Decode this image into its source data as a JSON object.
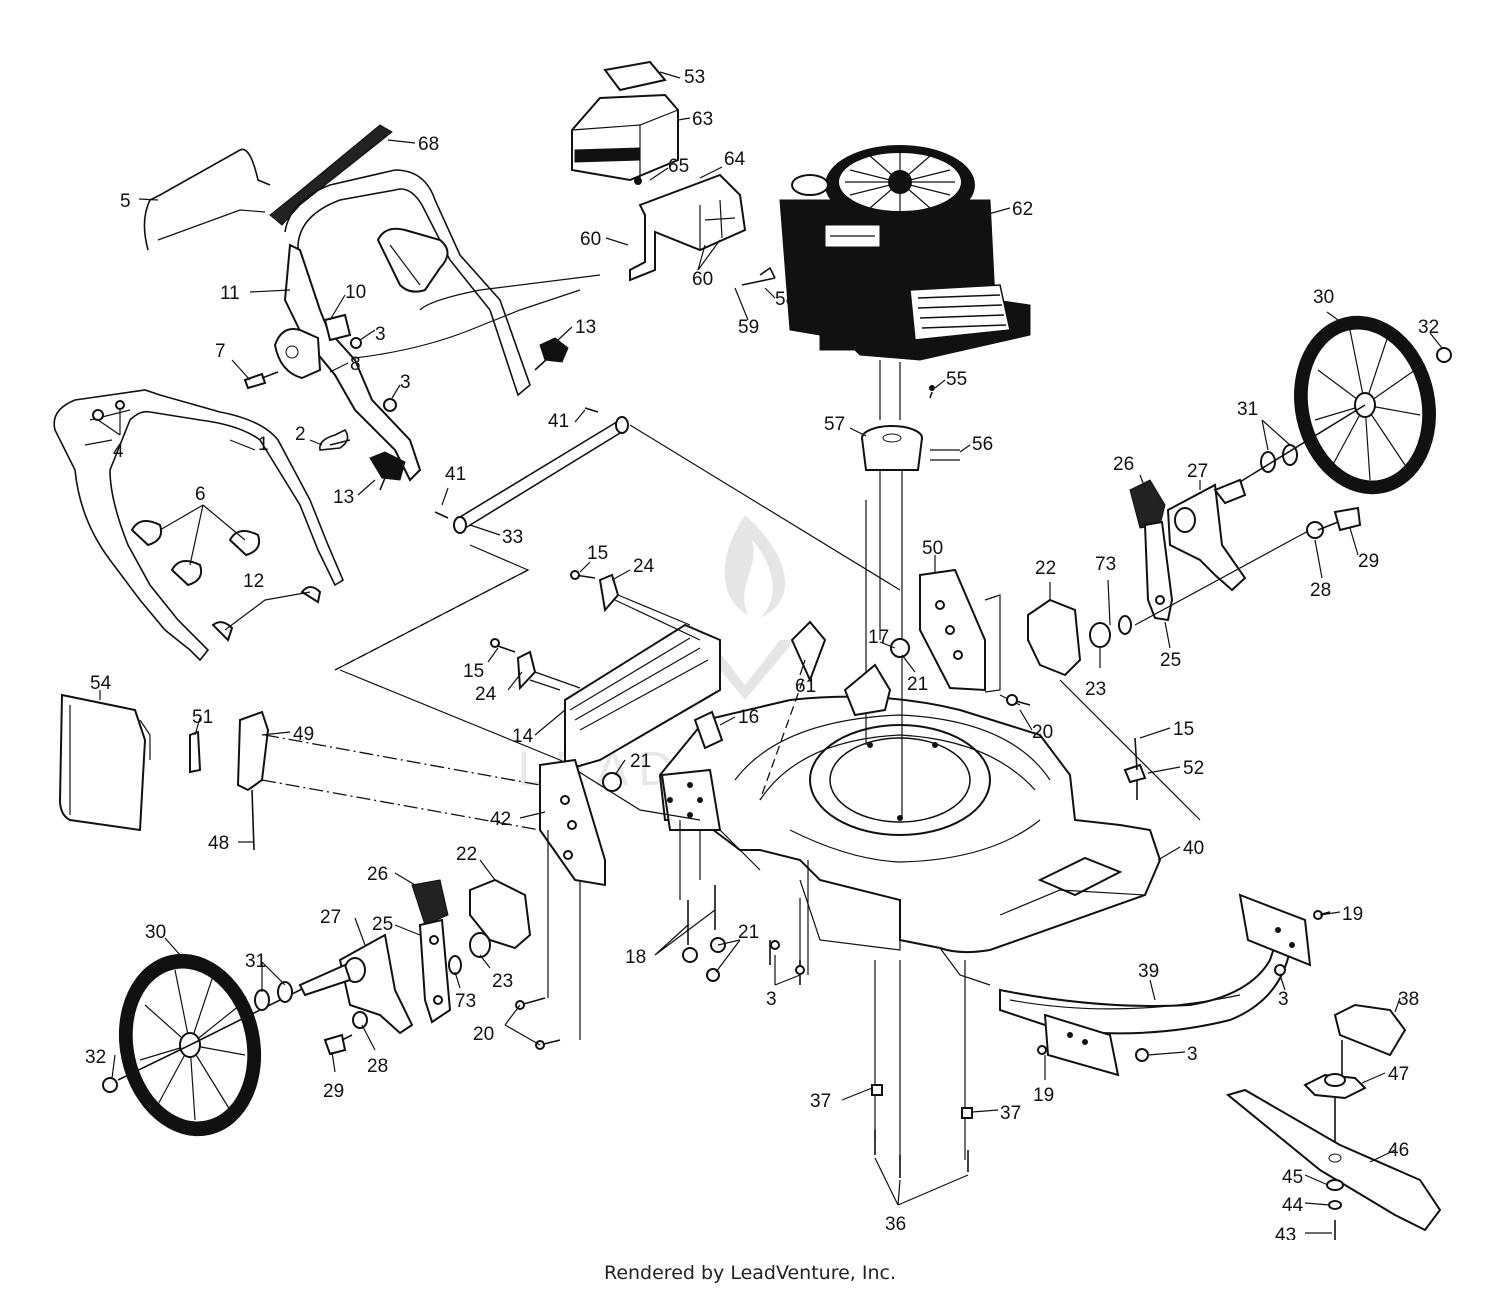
{
  "diagram": {
    "credit": "Rendered by LeadVenture, Inc.",
    "watermark": "LEADVENTURE",
    "callouts": [
      {
        "id": "53",
        "label": "53"
      },
      {
        "id": "63",
        "label": "63"
      },
      {
        "id": "68",
        "label": "68"
      },
      {
        "id": "65",
        "label": "65"
      },
      {
        "id": "64",
        "label": "64"
      },
      {
        "id": "62",
        "label": "62"
      },
      {
        "id": "5",
        "label": "5"
      },
      {
        "id": "60a",
        "label": "60"
      },
      {
        "id": "60b",
        "label": "60"
      },
      {
        "id": "58",
        "label": "58"
      },
      {
        "id": "59",
        "label": "59"
      },
      {
        "id": "11",
        "label": "11"
      },
      {
        "id": "10",
        "label": "10"
      },
      {
        "id": "3a",
        "label": "3"
      },
      {
        "id": "13a",
        "label": "13"
      },
      {
        "id": "30a",
        "label": "30"
      },
      {
        "id": "32a",
        "label": "32"
      },
      {
        "id": "7",
        "label": "7"
      },
      {
        "id": "8",
        "label": "8"
      },
      {
        "id": "3b",
        "label": "3"
      },
      {
        "id": "55",
        "label": "55"
      },
      {
        "id": "31a",
        "label": "31"
      },
      {
        "id": "41a",
        "label": "41"
      },
      {
        "id": "57",
        "label": "57"
      },
      {
        "id": "56",
        "label": "56"
      },
      {
        "id": "4",
        "label": "4"
      },
      {
        "id": "1",
        "label": "1"
      },
      {
        "id": "2",
        "label": "2"
      },
      {
        "id": "26a",
        "label": "26"
      },
      {
        "id": "27a",
        "label": "27"
      },
      {
        "id": "13b",
        "label": "13"
      },
      {
        "id": "41b",
        "label": "41"
      },
      {
        "id": "6",
        "label": "6"
      },
      {
        "id": "33",
        "label": "33"
      },
      {
        "id": "29a",
        "label": "29"
      },
      {
        "id": "28a",
        "label": "28"
      },
      {
        "id": "50",
        "label": "50"
      },
      {
        "id": "22a",
        "label": "22"
      },
      {
        "id": "73a",
        "label": "73"
      },
      {
        "id": "15a",
        "label": "15"
      },
      {
        "id": "24a",
        "label": "24"
      },
      {
        "id": "12",
        "label": "12"
      },
      {
        "id": "17",
        "label": "17"
      },
      {
        "id": "25a",
        "label": "25"
      },
      {
        "id": "15b",
        "label": "15"
      },
      {
        "id": "61",
        "label": "61"
      },
      {
        "id": "21a",
        "label": "21"
      },
      {
        "id": "23a",
        "label": "23"
      },
      {
        "id": "24b",
        "label": "24"
      },
      {
        "id": "54",
        "label": "54"
      },
      {
        "id": "51",
        "label": "51"
      },
      {
        "id": "16",
        "label": "16"
      },
      {
        "id": "20a",
        "label": "20"
      },
      {
        "id": "49",
        "label": "49"
      },
      {
        "id": "15c",
        "label": "15"
      },
      {
        "id": "14",
        "label": "14"
      },
      {
        "id": "21b",
        "label": "21"
      },
      {
        "id": "52",
        "label": "52"
      },
      {
        "id": "42",
        "label": "42"
      },
      {
        "id": "48",
        "label": "48"
      },
      {
        "id": "40",
        "label": "40"
      },
      {
        "id": "22b",
        "label": "22"
      },
      {
        "id": "26b",
        "label": "26"
      },
      {
        "id": "27b",
        "label": "27"
      },
      {
        "id": "25b",
        "label": "25"
      },
      {
        "id": "19a",
        "label": "19"
      },
      {
        "id": "30b",
        "label": "30"
      },
      {
        "id": "21c",
        "label": "21"
      },
      {
        "id": "31b",
        "label": "31"
      },
      {
        "id": "18",
        "label": "18"
      },
      {
        "id": "39",
        "label": "39"
      },
      {
        "id": "73b",
        "label": "73"
      },
      {
        "id": "23b",
        "label": "23"
      },
      {
        "id": "3c",
        "label": "3"
      },
      {
        "id": "3d",
        "label": "3"
      },
      {
        "id": "38",
        "label": "38"
      },
      {
        "id": "20b",
        "label": "20"
      },
      {
        "id": "3e",
        "label": "3"
      },
      {
        "id": "28b",
        "label": "28"
      },
      {
        "id": "32b",
        "label": "32"
      },
      {
        "id": "29b",
        "label": "29"
      },
      {
        "id": "47",
        "label": "47"
      },
      {
        "id": "19b",
        "label": "19"
      },
      {
        "id": "37a",
        "label": "37"
      },
      {
        "id": "37b",
        "label": "37"
      },
      {
        "id": "46",
        "label": "46"
      },
      {
        "id": "45",
        "label": "45"
      },
      {
        "id": "44",
        "label": "44"
      },
      {
        "id": "36",
        "label": "36"
      },
      {
        "id": "43",
        "label": "43"
      }
    ]
  }
}
